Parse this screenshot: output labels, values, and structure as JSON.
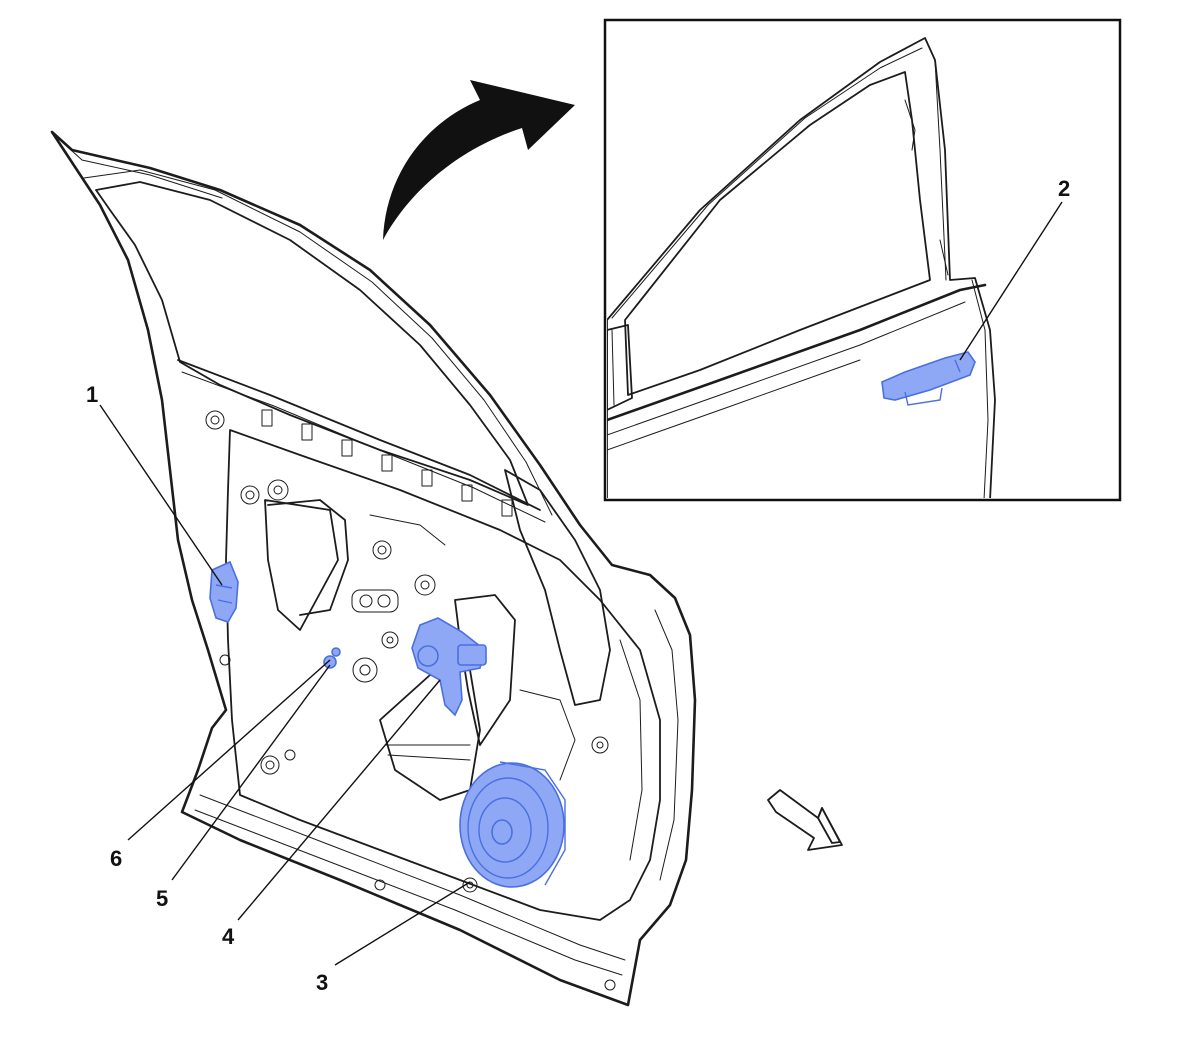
{
  "colors": {
    "panel": "#d6d2c2",
    "panel_shade": "#c2bda9",
    "glass": "#cbc6b3",
    "outline": "#1c1c1c",
    "highlight": "#8fa8f5",
    "highlight_stroke": "#4a6fe0",
    "arrow_fill": "#ffffff",
    "curved_arrow": "#111111"
  },
  "callouts": [
    {
      "id": "1",
      "label": "1"
    },
    {
      "id": "2",
      "label": "2"
    },
    {
      "id": "3",
      "label": "3"
    },
    {
      "id": "4",
      "label": "4"
    },
    {
      "id": "5",
      "label": "5"
    },
    {
      "id": "6",
      "label": "6"
    }
  ],
  "icons": {
    "view_transition": "curved-arrow-icon",
    "front_direction": "direction-arrow-icon",
    "rear_direction": "direction-arrow-icon"
  }
}
